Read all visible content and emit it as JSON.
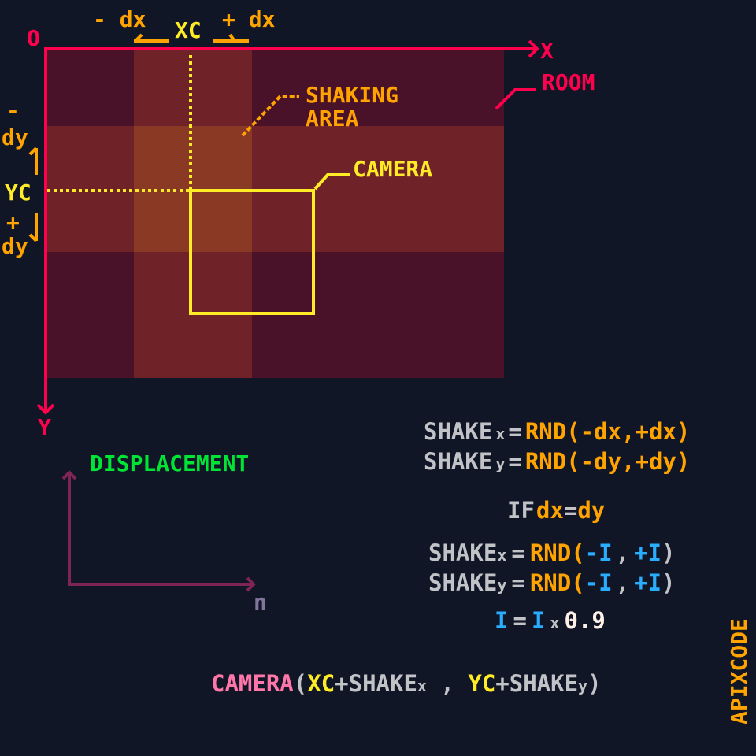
{
  "colors": {
    "background": "#111627",
    "room": "#4a1229",
    "band": "#6f2328",
    "band_cross": "#8a3a24",
    "axis": "#ff004d",
    "camera": "#ffec27",
    "orange": "#ffa300",
    "gray": "#c2c3c7",
    "blue": "#29adff",
    "white": "#fff1e8",
    "green": "#00e436",
    "pink": "#ff77a8",
    "displacement_axis": "#7e2553",
    "displacement_n": "#83769c"
  },
  "top_labels": {
    "minus_dx": "- dx",
    "xc": "XC",
    "plus_dx": "+ dx"
  },
  "left_labels": {
    "minus": "-",
    "dy_top": "dy",
    "yc": "YC",
    "plus": "+",
    "dy_bottom": "dy"
  },
  "axes": {
    "origin": "O",
    "x": "X",
    "y": "Y"
  },
  "annotations": {
    "room": "ROOM",
    "shaking_line1": "SHAKING",
    "shaking_line2": "AREA",
    "camera": "CAMERA"
  },
  "displacement": {
    "title": "DISPLACEMENT",
    "n": "n"
  },
  "formulas": {
    "line1": {
      "lhs": "SHAKE",
      "sub": "x",
      "eq": "=",
      "fn": "RND(-dx,+dx)"
    },
    "line2": {
      "lhs": "SHAKE",
      "sub": "y",
      "eq": "=",
      "fn": "RND(-dy,+dy)"
    },
    "cond": {
      "if": "IF",
      "dx": "dx",
      "eq": "=",
      "dy": "dy"
    },
    "line3": {
      "lhs": "SHAKE",
      "sub": "x",
      "eq": "=",
      "rnd": "RND(",
      "neg": "-I",
      "comma": ",",
      "pos": "+I",
      "close": ")"
    },
    "line4": {
      "lhs": "SHAKE",
      "sub": "y",
      "eq": "=",
      "rnd": "RND(",
      "neg": "-I",
      "comma": ",",
      "pos": "+I",
      "close": ")"
    },
    "decay": {
      "i": "I",
      "eq": "=",
      "i2": "I",
      "times": "x",
      "factor": "0.9"
    },
    "camera_call": {
      "fn": "CAMERA",
      "open": "(",
      "xc": "XC",
      "plus_x": "+SHAKE",
      "sub_x": "x",
      "comma": " , ",
      "yc": "YC",
      "plus_y": "+SHAKE",
      "sub_y": "y",
      "close": ")"
    }
  },
  "brand": "APIXCODE"
}
